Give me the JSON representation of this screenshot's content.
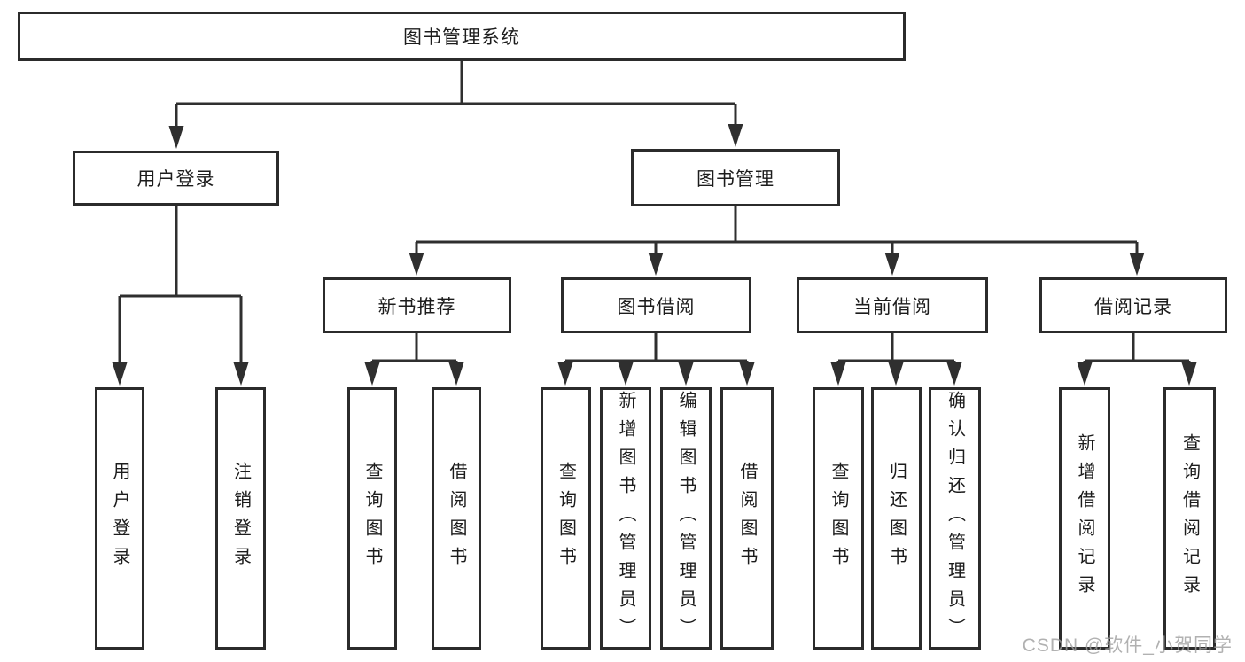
{
  "diagram": {
    "root": {
      "label": "图书管理系统"
    },
    "branches": [
      {
        "label": "用户登录",
        "children": [
          {
            "label": "用户登录"
          },
          {
            "label": "注销登录"
          }
        ]
      },
      {
        "label": "图书管理",
        "children": [
          {
            "label": "新书推荐",
            "children": [
              {
                "label": "查询图书"
              },
              {
                "label": "借阅图书"
              }
            ]
          },
          {
            "label": "图书借阅",
            "children": [
              {
                "label": "查询图书"
              },
              {
                "label": "新增图书（管理员）"
              },
              {
                "label": "编辑图书（管理员）"
              },
              {
                "label": "借阅图书"
              }
            ]
          },
          {
            "label": "当前借阅",
            "children": [
              {
                "label": "查询图书"
              },
              {
                "label": "归还图书"
              },
              {
                "label": "确认归还（管理员）"
              }
            ]
          },
          {
            "label": "借阅记录",
            "children": [
              {
                "label": "新增借阅记录"
              },
              {
                "label": "查询借阅记录"
              }
            ]
          }
        ]
      }
    ],
    "colors": {
      "line": "#2f2f2f",
      "border": "#2b2b2b",
      "text": "#1c1c1c",
      "background": "#ffffff",
      "watermark": "#9e9e9e"
    },
    "watermark": "CSDN @软件_小贺同学"
  }
}
